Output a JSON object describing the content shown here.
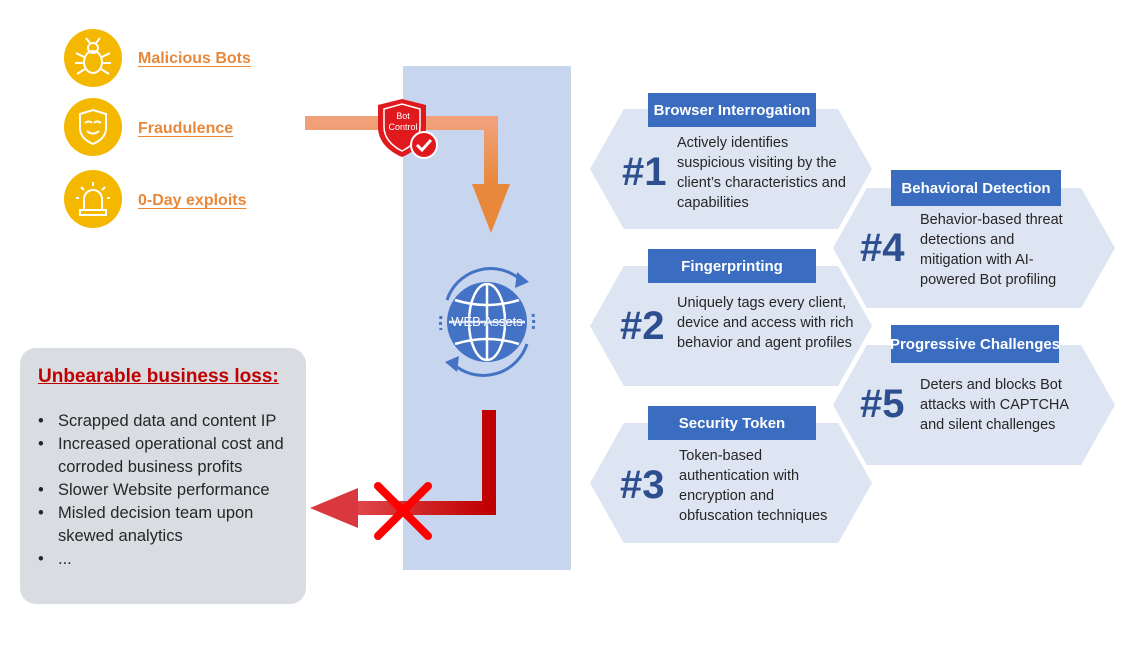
{
  "threats": [
    {
      "label": "Malicious Bots",
      "icon": "bug-icon"
    },
    {
      "label": "Fraudulence",
      "icon": "mask-shield-icon"
    },
    {
      "label": "0-Day exploits",
      "icon": "alarm-siren-icon"
    }
  ],
  "bot_control": {
    "line1": "Bot",
    "line2": "Control"
  },
  "web_assets": {
    "label": "WEB Assets"
  },
  "loss": {
    "title": "Unbearable business loss:",
    "items": [
      "Scrapped data and content IP",
      "Increased operational cost and corroded business profits",
      "Slower Website performance",
      "Misled decision team upon skewed analytics",
      "..."
    ]
  },
  "features": [
    {
      "num": "#1",
      "title": "Browser Interrogation",
      "desc": "Actively identifies suspicious visiting by the client’s characteristics and capabilities"
    },
    {
      "num": "#2",
      "title": "Fingerprinting",
      "desc": "Uniquely tags every client, device and access with rich behavior and agent profiles"
    },
    {
      "num": "#3",
      "title": "Security Token",
      "desc": "Token-based authentication with encryption and obfuscation techniques"
    },
    {
      "num": "#4",
      "title": "Behavioral Detection",
      "desc": "Behavior-based threat detections and mitigation with AI-powered Bot profiling"
    },
    {
      "num": "#5",
      "title": "Progressive Challenges",
      "desc": "Deters and blocks Bot attacks with CAPTCHA and silent challenges"
    }
  ],
  "colors": {
    "accent_orange": "#e8883a",
    "icon_yellow": "#f5b800",
    "column_blue": "#c7d5ee",
    "hex_fill": "#dde5f3",
    "tag_blue": "#3a6dc0",
    "number_blue": "#2d4f8f",
    "loss_red": "#c00000",
    "loss_box": "#d9dce1"
  }
}
